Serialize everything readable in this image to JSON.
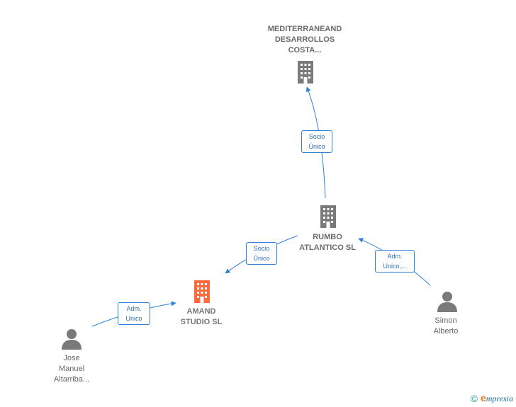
{
  "colors": {
    "edge": "#2f80d8",
    "company": "#7a7a7a",
    "focus": "#ff6a3a",
    "person": "#7a7a7a"
  },
  "nodes": {
    "mediterraneand": {
      "label": "MEDITERRANEAND\nDESARROLLOS\nCOSTA...",
      "icon": "building-icon"
    },
    "rumbo": {
      "label": "RUMBO\nATLANTICO SL",
      "icon": "building-icon"
    },
    "amand": {
      "label": "AMAND\nSTUDIO SL",
      "icon": "building-icon"
    },
    "simon": {
      "label": "Simon\nAlberto",
      "icon": "person-icon"
    },
    "jose": {
      "label": "Jose\nManuel\nAltarriba...",
      "icon": "person-icon"
    }
  },
  "edges": {
    "rumbo_to_med": "Socio\nÚnico",
    "rumbo_to_amand": "Socio\nÚnico",
    "simon_to_rumbo": "Adm.\nUnico,...",
    "jose_to_amand": "Adm.\nUnico"
  },
  "footer": {
    "copyright": "©",
    "brand": "mpresia",
    "brand_initial": "e"
  }
}
